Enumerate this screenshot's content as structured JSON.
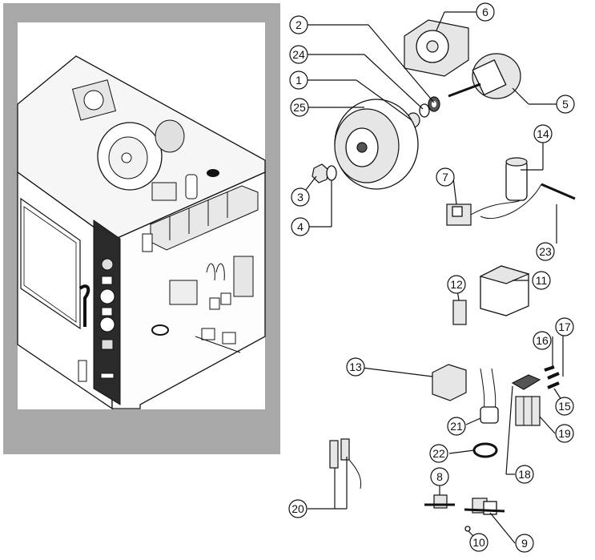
{
  "diagram": {
    "callouts": [
      {
        "id": "c1",
        "label": "1"
      },
      {
        "id": "c2",
        "label": "2"
      },
      {
        "id": "c3",
        "label": "3"
      },
      {
        "id": "c4",
        "label": "4"
      },
      {
        "id": "c5",
        "label": "5"
      },
      {
        "id": "c6",
        "label": "6"
      },
      {
        "id": "c7",
        "label": "7"
      },
      {
        "id": "c8",
        "label": "8"
      },
      {
        "id": "c9",
        "label": "9"
      },
      {
        "id": "c10",
        "label": "10"
      },
      {
        "id": "c11",
        "label": "11"
      },
      {
        "id": "c12",
        "label": "12"
      },
      {
        "id": "c13",
        "label": "13"
      },
      {
        "id": "c14",
        "label": "14"
      },
      {
        "id": "c15",
        "label": "15"
      },
      {
        "id": "c16",
        "label": "16"
      },
      {
        "id": "c17",
        "label": "17"
      },
      {
        "id": "c18",
        "label": "18"
      },
      {
        "id": "c19",
        "label": "19"
      },
      {
        "id": "c20",
        "label": "20"
      },
      {
        "id": "c21",
        "label": "21"
      },
      {
        "id": "c22",
        "label": "22"
      },
      {
        "id": "c23",
        "label": "23"
      },
      {
        "id": "c24",
        "label": "24"
      },
      {
        "id": "c25",
        "label": "25"
      }
    ],
    "colors": {
      "panel_frame": "#a8a8a8",
      "panel_inner": "#ffffff",
      "line": "#111111"
    }
  }
}
